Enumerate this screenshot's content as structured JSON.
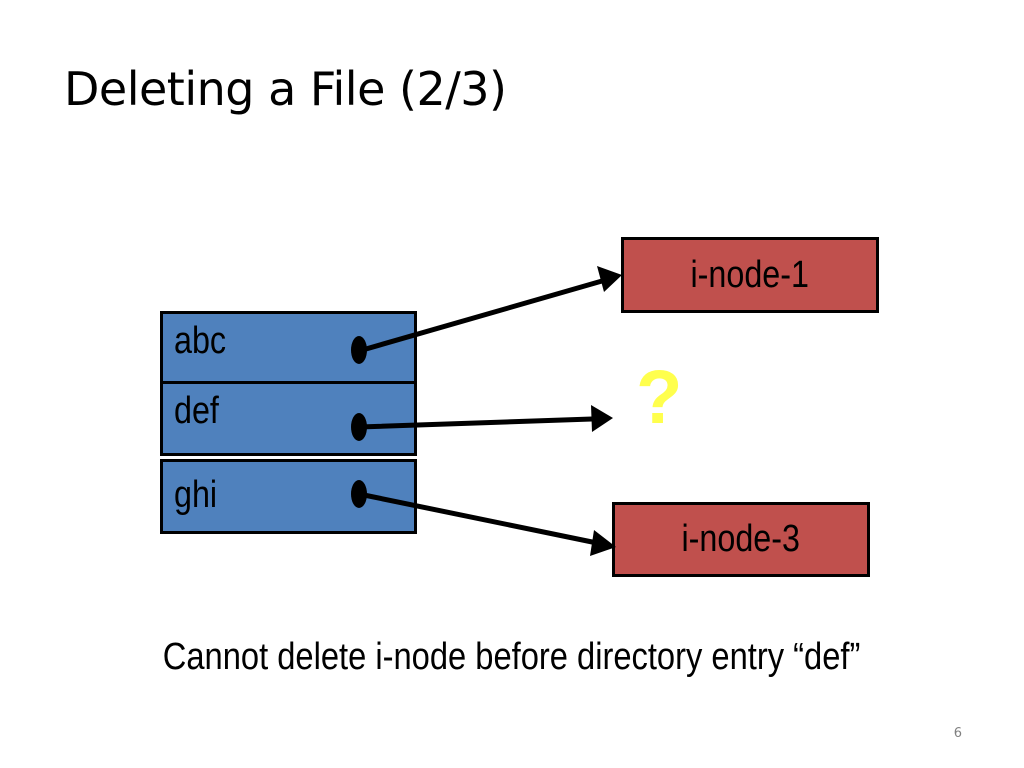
{
  "slide": {
    "title": "Deleting a File (2/3)",
    "page_number": "6",
    "caption": "Cannot delete i-node before directory entry “def”"
  },
  "directory": {
    "entries": [
      {
        "name": "abc",
        "points_to": "i-node-1"
      },
      {
        "name": "def",
        "points_to": "?"
      },
      {
        "name": "ghi",
        "points_to": "i-node-3"
      }
    ]
  },
  "inodes": [
    {
      "label": "i-node-1"
    },
    {
      "label": "i-node-3"
    }
  ],
  "missing_marker": "?",
  "colors": {
    "directory_fill": "#4f81bd",
    "inode_fill": "#c0504d",
    "question_mark": "#ffff4d"
  }
}
